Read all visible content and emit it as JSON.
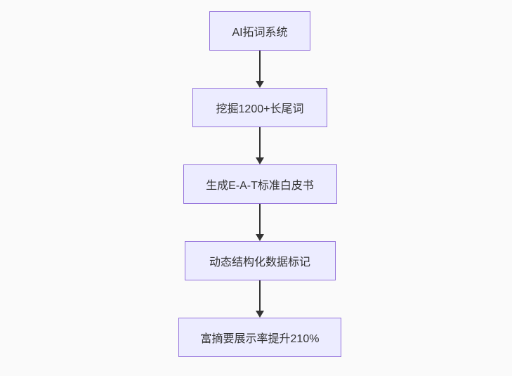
{
  "page": {
    "background_color": "#fafafa"
  },
  "flowchart": {
    "type": "flowchart",
    "direction": "top-down",
    "nodes": [
      {
        "id": "A",
        "label": "AI拓词系统"
      },
      {
        "id": "B",
        "label": "挖掘1200+长尾词"
      },
      {
        "id": "C",
        "label": "生成E-A-T标准白皮书"
      },
      {
        "id": "D",
        "label": "动态结构化数据标记"
      },
      {
        "id": "E",
        "label": "富摘要展示率提升210%"
      }
    ],
    "edges": [
      {
        "from": "A",
        "to": "B",
        "style": "arrow-down"
      },
      {
        "from": "B",
        "to": "C",
        "style": "arrow-down"
      },
      {
        "from": "C",
        "to": "D",
        "style": "arrow-down"
      },
      {
        "from": "D",
        "to": "E",
        "style": "arrow-down"
      }
    ],
    "colors": {
      "node_fill": "#ECECFF",
      "node_border": "#9370DB",
      "node_text": "#333333",
      "arrow": "#333333"
    }
  }
}
